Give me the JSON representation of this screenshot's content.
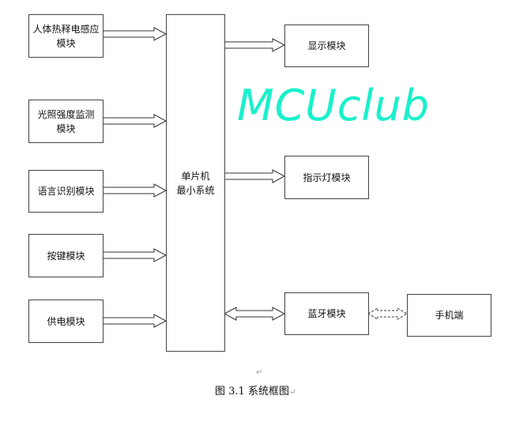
{
  "inputs": [
    {
      "line1": "人体热释电感应",
      "line2": "模块"
    },
    {
      "line1": "光照强度监测",
      "line2": "模块"
    },
    {
      "line1": "语言识别模块",
      "line2": ""
    },
    {
      "line1": "按键模块",
      "line2": ""
    },
    {
      "line1": "供电模块",
      "line2": ""
    }
  ],
  "mcu": {
    "line1": "单片机",
    "line2": "最小系统"
  },
  "outputs": [
    "显示模块",
    "指示灯模块",
    "蓝牙模块"
  ],
  "phone": "手机端",
  "caption": "图 3.1 系统框图",
  "paragraph_mark": "↵",
  "watermark": "MCUclub"
}
